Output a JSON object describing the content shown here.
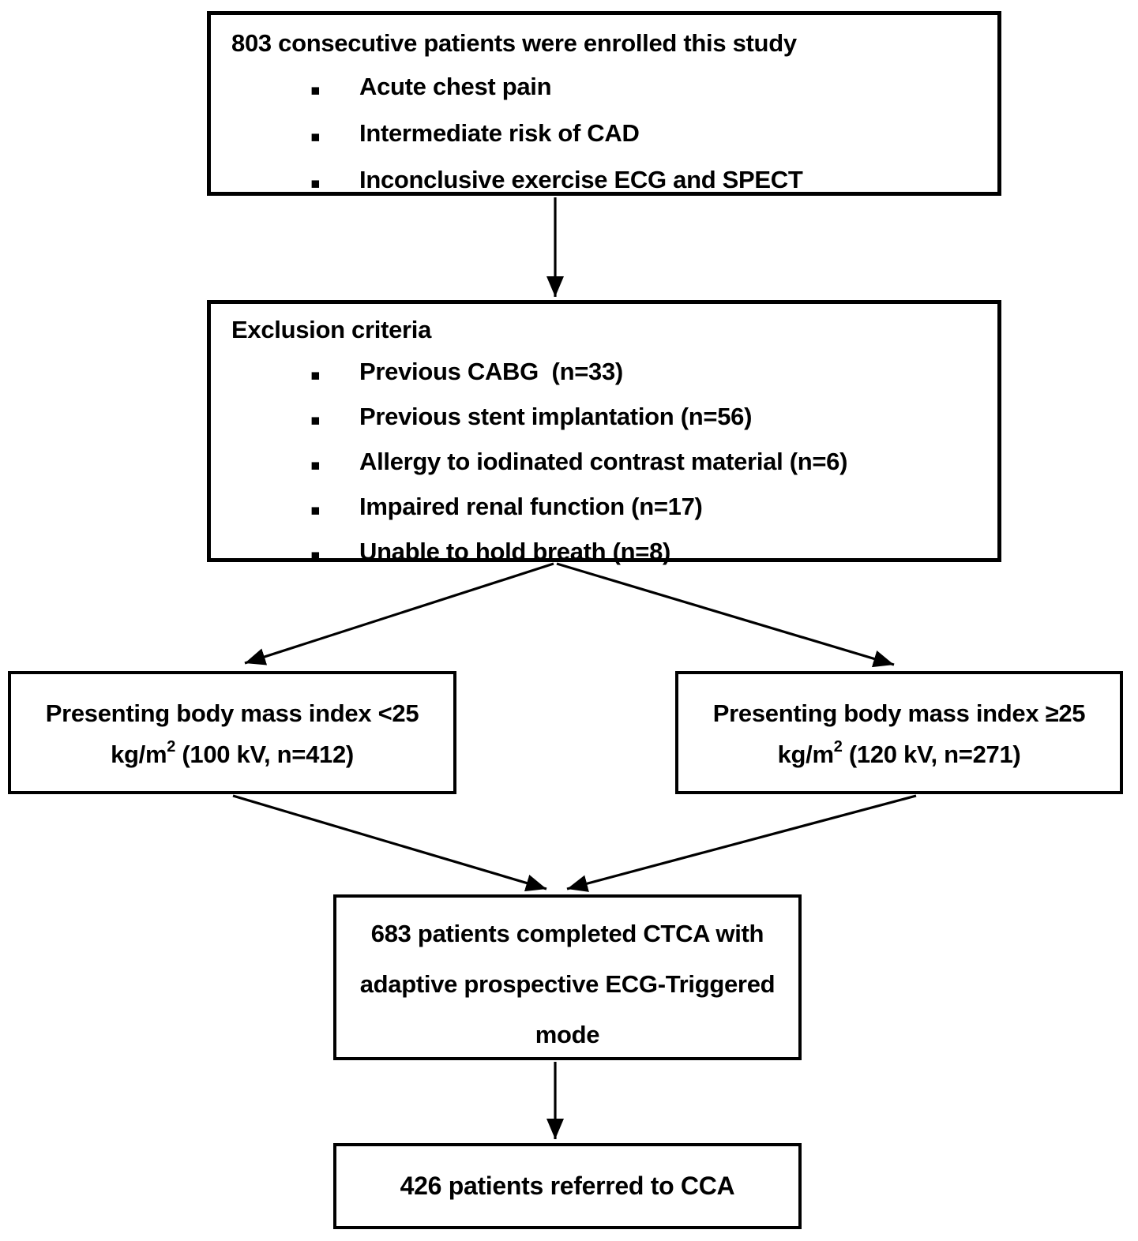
{
  "page": {
    "background_color": "#ffffff",
    "ink_color": "#000000"
  },
  "icons": {
    "bullet": "▪"
  },
  "flowchart": {
    "enrollment": {
      "title": "803 consecutive patients were enrolled this study",
      "items": [
        "Acute chest pain",
        "Intermediate risk of CAD",
        "Inconclusive exercise ECG and SPECT"
      ]
    },
    "exclusion": {
      "title": "Exclusion criteria",
      "items": [
        "Previous CABG  (n=33)",
        "Previous stent implantation (n=56)",
        "Allergy to iodinated contrast material (n=6)",
        "Impaired renal function (n=17)",
        "Unable to hold breath (n=8)"
      ]
    },
    "bmi_low": {
      "line1": "Presenting body mass index <25",
      "unit_base": "kg/m",
      "unit_sup": "2",
      "detail": " (100 kV, n=412)"
    },
    "bmi_high": {
      "line1": "Presenting body mass index ≥25",
      "unit_base": "kg/m",
      "unit_sup": "2",
      "detail": " (120 kV, n=271)"
    },
    "ctca": {
      "lines": [
        "683 patients completed CTCA with",
        "adaptive prospective ECG-Triggered",
        "mode"
      ]
    },
    "cca": {
      "text": "426 patients referred to CCA"
    }
  }
}
